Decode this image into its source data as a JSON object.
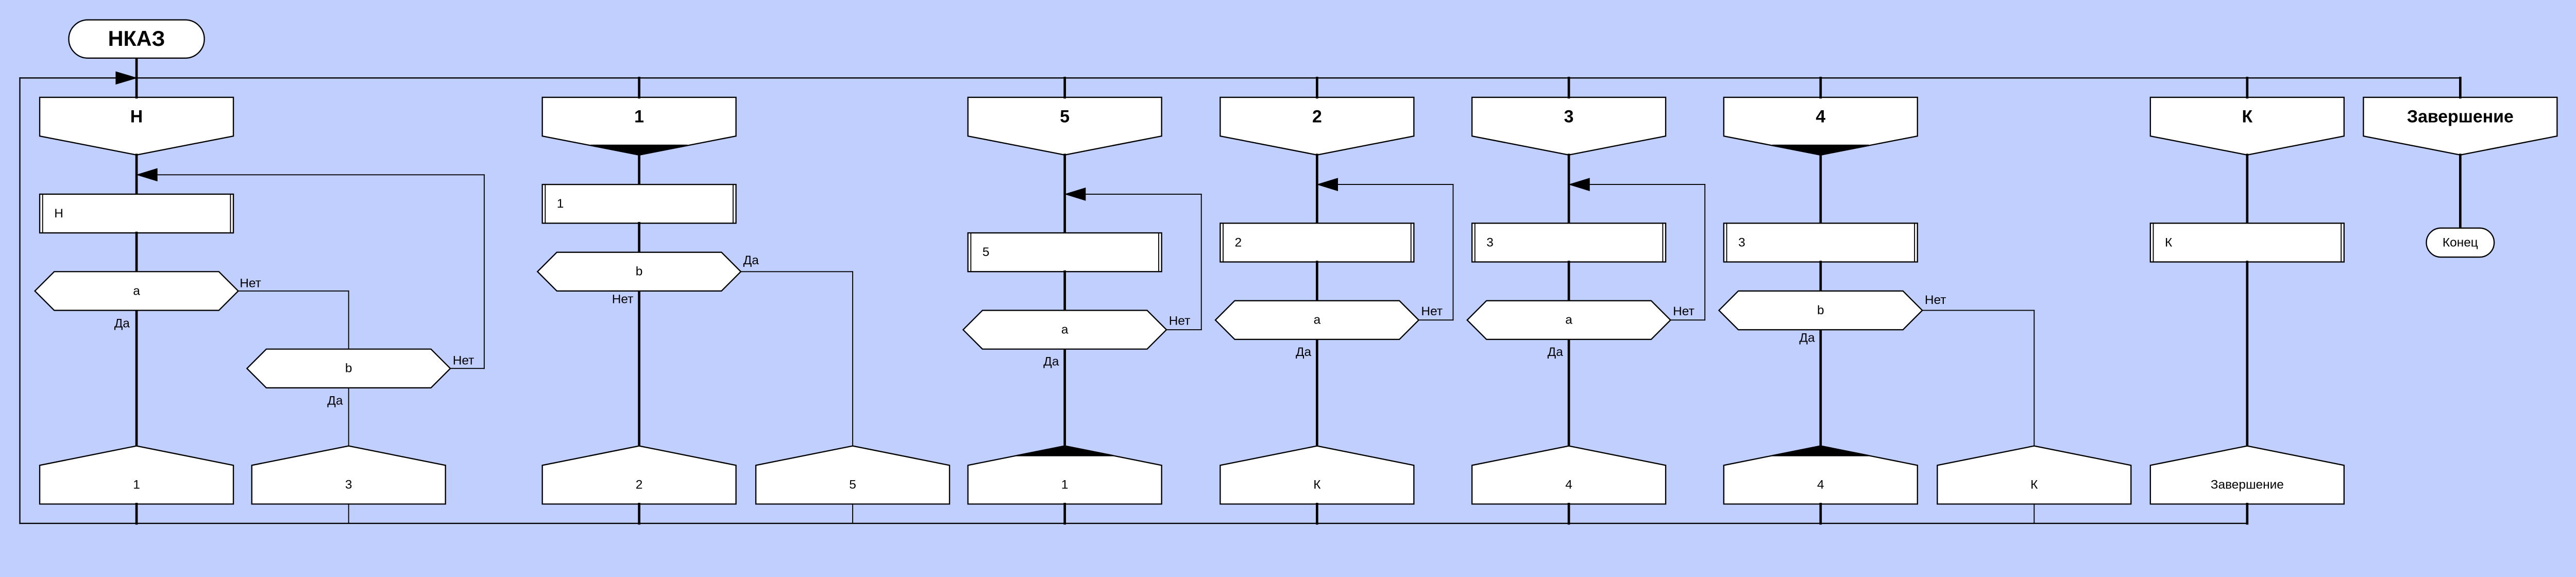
{
  "diagram": {
    "title": "НКАЗ",
    "colors": {
      "background": "#C0CFFE",
      "shape_fill": "#FFFFFF",
      "line": "#000000"
    },
    "branches": [
      {
        "header": "Н",
        "highlighted": false,
        "action": "Н",
        "questions": [
          {
            "text": "a",
            "yes": "Да",
            "no": "Нет"
          },
          {
            "text": "b",
            "yes": "Да",
            "no": "Нет"
          }
        ],
        "exits": [
          {
            "label": "1",
            "highlighted": false
          },
          {
            "label": "3",
            "highlighted": false
          }
        ]
      },
      {
        "header": "1",
        "highlighted": true,
        "action": "1",
        "questions": [
          {
            "text": "b",
            "yes": "Да",
            "no": "Нет"
          }
        ],
        "exits": [
          {
            "label": "2",
            "highlighted": false
          },
          {
            "label": "5",
            "highlighted": false
          }
        ]
      },
      {
        "header": "5",
        "highlighted": false,
        "action": "5",
        "questions": [
          {
            "text": "a",
            "yes": "Да",
            "no": "Нет"
          }
        ],
        "exits": [
          {
            "label": "1",
            "highlighted": true
          }
        ]
      },
      {
        "header": "2",
        "highlighted": false,
        "action": "2",
        "questions": [
          {
            "text": "a",
            "yes": "Да",
            "no": "Нет"
          }
        ],
        "exits": [
          {
            "label": "К",
            "highlighted": false
          }
        ]
      },
      {
        "header": "3",
        "highlighted": false,
        "action": "3",
        "questions": [
          {
            "text": "a",
            "yes": "Да",
            "no": "Нет"
          }
        ],
        "exits": [
          {
            "label": "4",
            "highlighted": false
          }
        ]
      },
      {
        "header": "4",
        "highlighted": true,
        "action": "3",
        "questions": [
          {
            "text": "b",
            "yes": "Да",
            "no": "Нет"
          }
        ],
        "exits": [
          {
            "label": "4",
            "highlighted": true
          },
          {
            "label": "К",
            "highlighted": false
          }
        ]
      },
      {
        "header": "К",
        "highlighted": false,
        "action": "К",
        "exits": [
          {
            "label": "Завершение",
            "highlighted": false
          }
        ]
      },
      {
        "header": "Завершение",
        "highlighted": false,
        "end": "Конец"
      }
    ]
  }
}
